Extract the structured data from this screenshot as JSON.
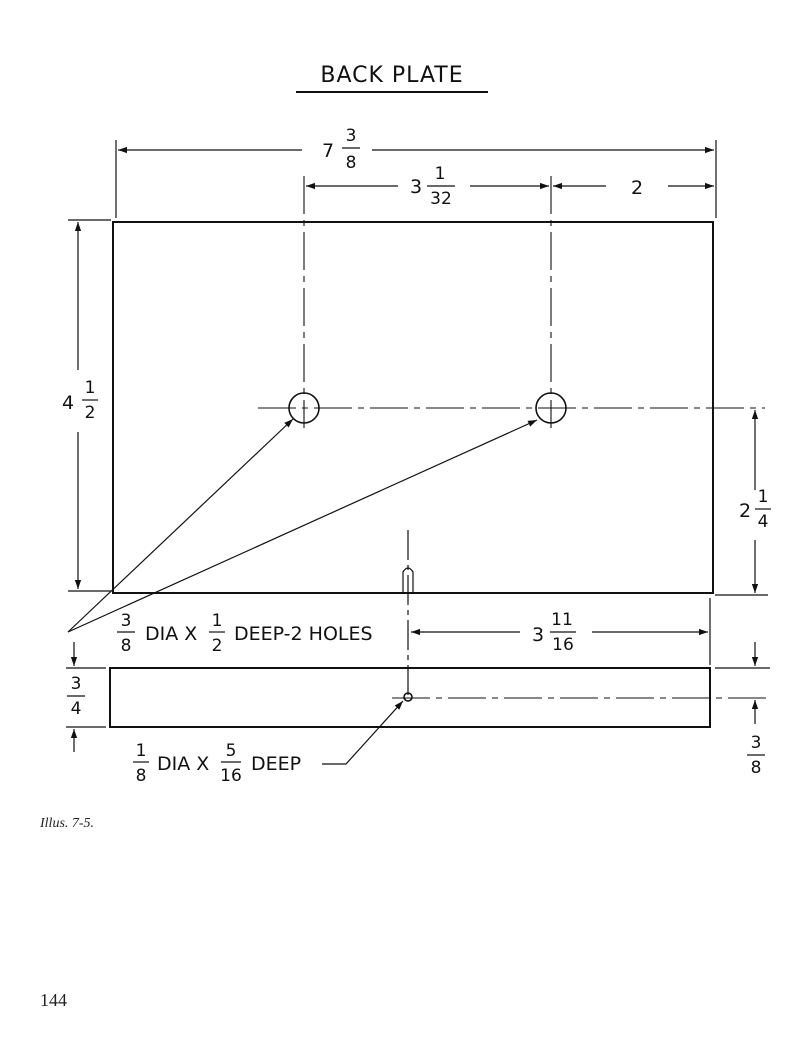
{
  "title": "BACK PLATE",
  "dimensions": {
    "overall_width": {
      "whole": "7",
      "num": "3",
      "den": "8"
    },
    "hole_spacing": {
      "whole": "3",
      "num": "1",
      "den": "32"
    },
    "right_offset": "2",
    "height": {
      "whole": "4",
      "num": "1",
      "den": "2"
    },
    "hole_height": {
      "whole": "2",
      "num": "1",
      "den": "4"
    },
    "pin_offset": {
      "whole": "3",
      "num": "11",
      "den": "16"
    },
    "thickness": {
      "num": "3",
      "den": "4"
    },
    "pin_depth_pos": {
      "num": "3",
      "den": "8"
    }
  },
  "notes": {
    "large_holes": {
      "num": "3",
      "den": "8",
      "text1": "DIA X",
      "num2": "1",
      "den2": "2",
      "text2": "DEEP-2 HOLES"
    },
    "small_hole": {
      "num": "1",
      "den": "8",
      "text1": "DIA X",
      "num2": "5",
      "den2": "16",
      "text2": "DEEP"
    }
  },
  "caption": "Illus. 7-5.",
  "page_number": "144"
}
